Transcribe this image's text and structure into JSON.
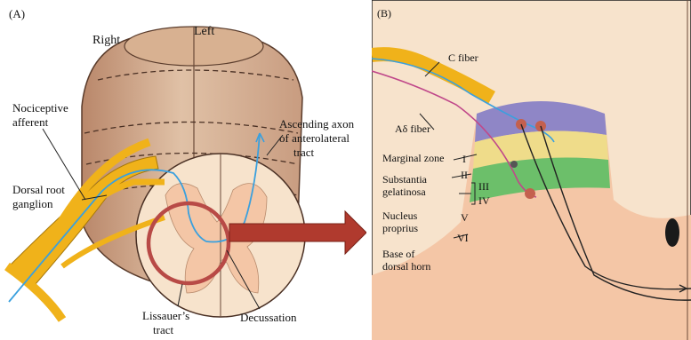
{
  "panel_a": {
    "panel_label": "(A)",
    "labels": {
      "right": "Right",
      "left": "Left",
      "nociceptive_afferent": [
        "Nociceptive",
        "afferent"
      ],
      "dorsal_root_ganglion": [
        "Dorsal root",
        "ganglion"
      ],
      "ascending_axon": [
        "Ascending axon",
        "of anterolateral",
        "tract"
      ],
      "lissauer_tract": [
        "Lissauer’s",
        "tract"
      ],
      "decussation": "Decussation"
    }
  },
  "panel_b": {
    "panel_label": "(B)",
    "labels": {
      "c_fiber": "C fiber",
      "a_delta_fiber": "Aδ fiber",
      "marginal_zone": "Marginal zone",
      "substantia_gelatinosa": [
        "Substantia",
        "gelatinosa"
      ],
      "nucleus_proprius": [
        "Nucleus",
        "proprius"
      ],
      "base_of_dorsal_horn": [
        "Base of",
        "dorsal horn"
      ]
    },
    "laminae": [
      "I",
      "II",
      "III",
      "IV",
      "V",
      "VI"
    ]
  },
  "colors": {
    "gray_matter": "#f4c6a6",
    "white_matter": "#f7e3cc",
    "cord_outer": "#d8b59a",
    "ganglion": "#f0b21a",
    "lamina_I": "#8f86c6",
    "lamina_II": "#efdc8a",
    "lamina_III_IV": "#6cbf6a",
    "arrow": "#b03a2e",
    "highlight_circle": "#b84a46",
    "fiber_blue": "#3aa0de",
    "fiber_pink": "#c0488a"
  }
}
